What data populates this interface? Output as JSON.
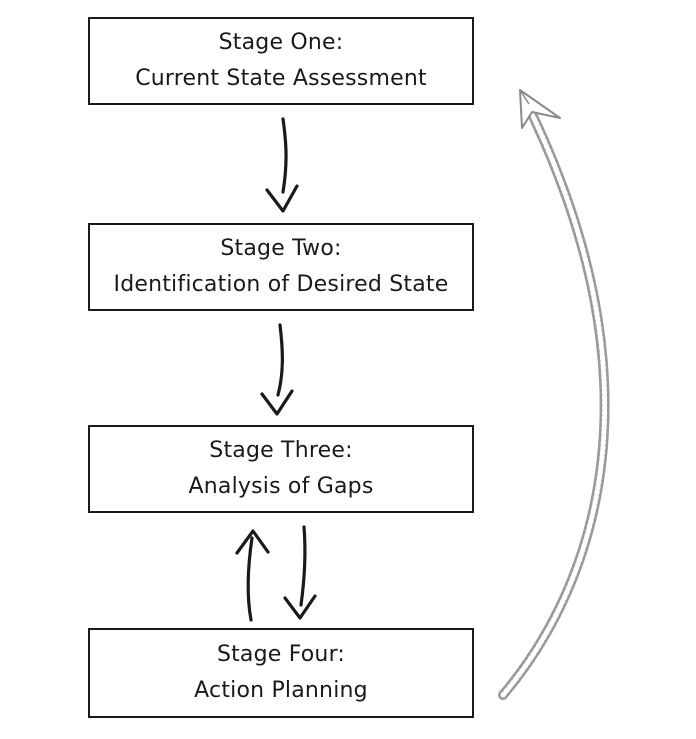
{
  "diagram": {
    "stages": [
      {
        "title": "Stage One:",
        "description": "Current State Assessment"
      },
      {
        "title": "Stage Two:",
        "description": "Identification of Desired State"
      },
      {
        "title": "Stage Three:",
        "description": "Analysis of Gaps"
      },
      {
        "title": "Stage Four:",
        "description": "Action Planning"
      }
    ],
    "connectors": [
      {
        "from": "Stage One:",
        "to": "Stage Two:",
        "direction": "down"
      },
      {
        "from": "Stage Two:",
        "to": "Stage Three:",
        "direction": "down"
      },
      {
        "from": "Stage Four:",
        "to": "Stage Three:",
        "direction": "up"
      },
      {
        "from": "Stage Three:",
        "to": "Stage Four:",
        "direction": "down"
      },
      {
        "from": "Stage Four:",
        "to": "Stage One:",
        "direction": "loop-back",
        "style": "dotted-gray"
      }
    ],
    "colors": {
      "ink": "#1a1a1a",
      "loop": "#9a9a9a",
      "background": "#ffffff"
    }
  }
}
